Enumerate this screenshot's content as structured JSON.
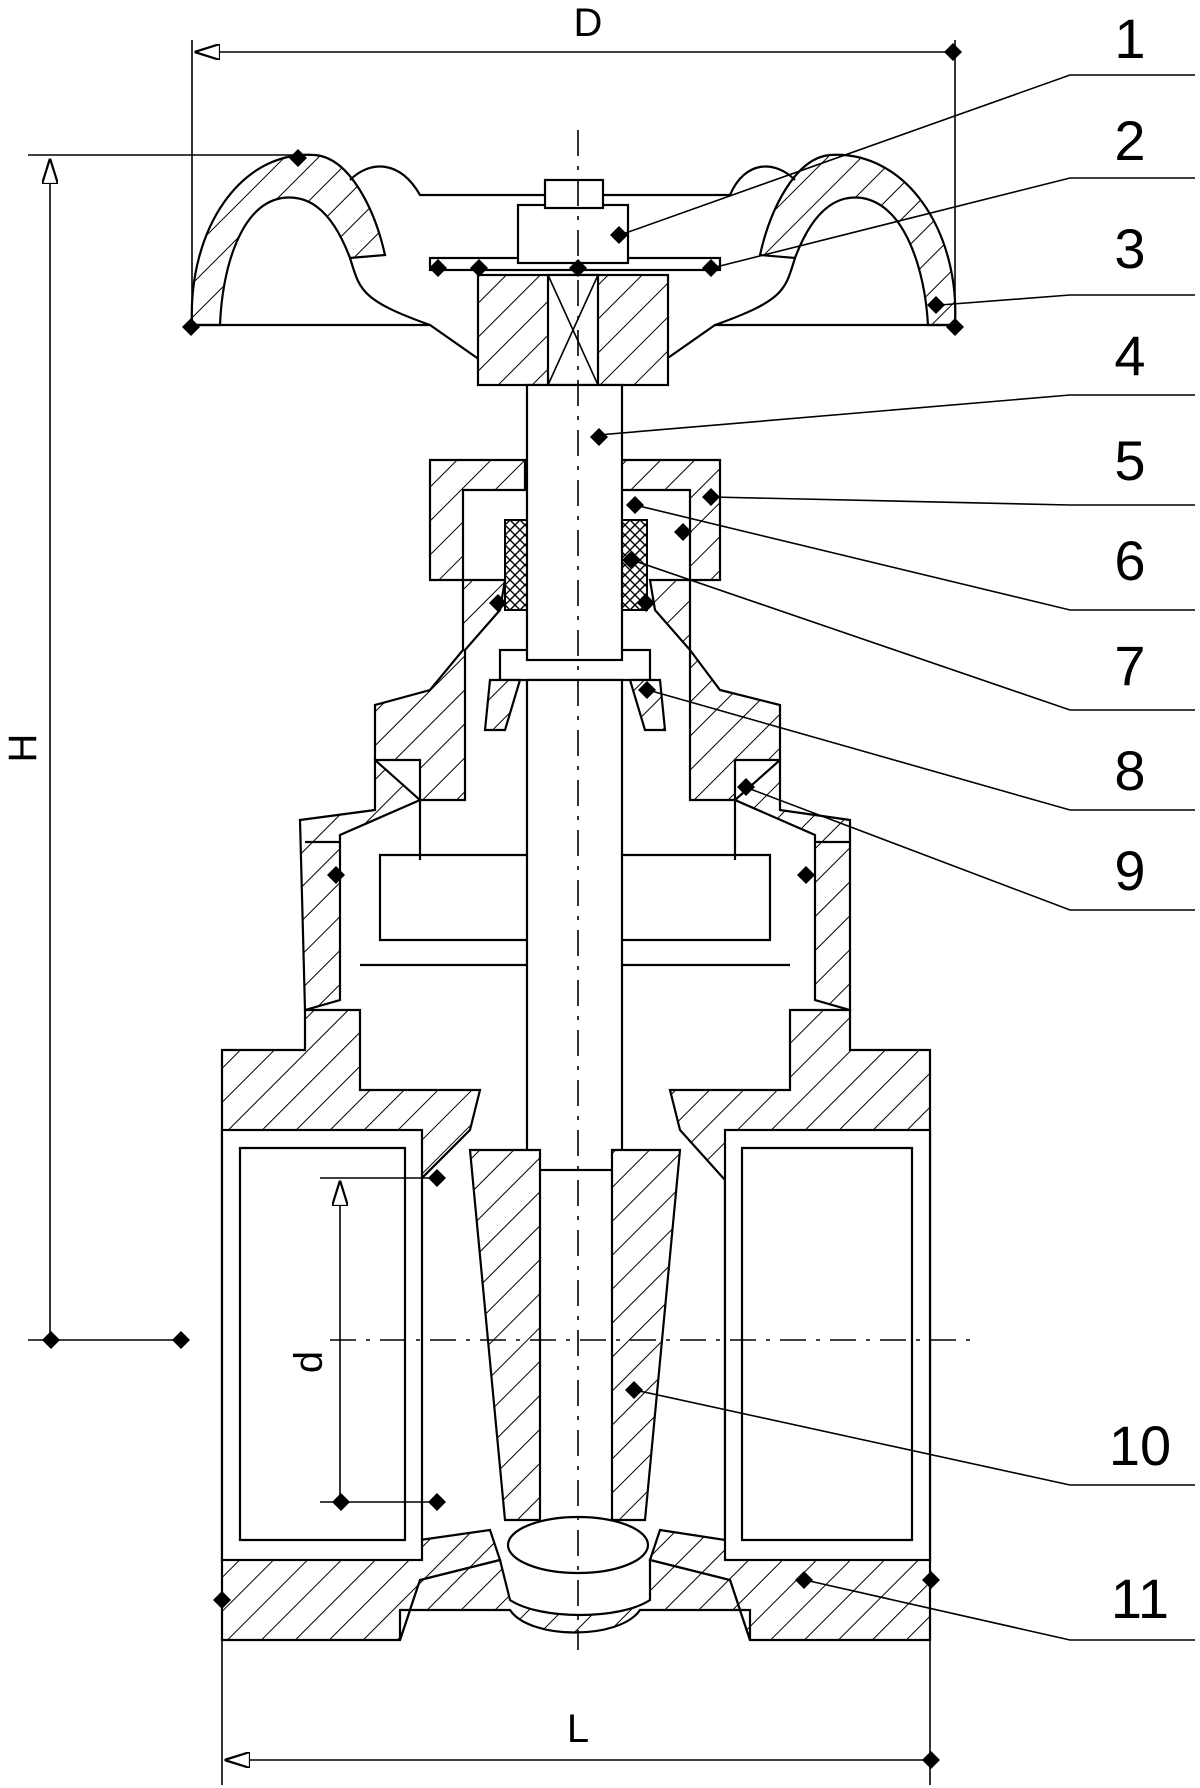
{
  "dimensions": {
    "diameter_label": "D",
    "height_label": "H",
    "bore_label": "d",
    "length_label": "L"
  },
  "callouts": [
    "1",
    "2",
    "3",
    "4",
    "5",
    "6",
    "7",
    "8",
    "9",
    "10",
    "11"
  ],
  "colors": {
    "line": "#000000",
    "background": "#ffffff"
  }
}
